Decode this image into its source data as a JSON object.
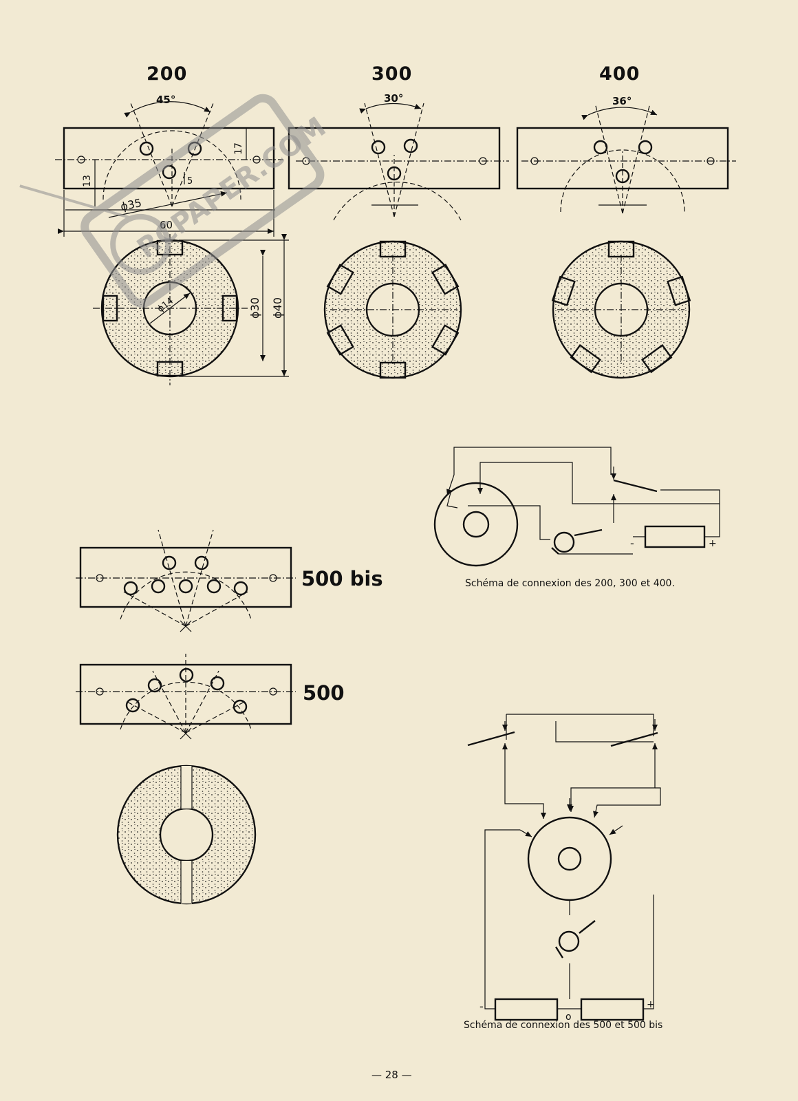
{
  "watermark": {
    "text": "RCPAPER.COM"
  },
  "models": {
    "m200": "200",
    "m300": "300",
    "m400": "400",
    "m500bis": "500 bis",
    "m500": "500"
  },
  "dimensions": {
    "angle_200": "45°",
    "angle_300": "30°",
    "angle_400": "36°",
    "d17": "17",
    "d13": "13",
    "d5": "5",
    "phi35": "ϕ35",
    "d60": "60",
    "phi14": "ϕ14",
    "phi30": "ϕ30",
    "phi40": "ϕ40"
  },
  "schematics": {
    "caption_1": "Schéma de connexion des 200, 300 et 400.",
    "caption_2": "Schéma de connexion des 500 et 500 bis",
    "minus": "-",
    "plus": "+",
    "zero": "o"
  },
  "page_number": "— 28 —",
  "colors": {
    "paper": "#f2ead3",
    "ink": "#111111",
    "watermark": "#8f8f8f"
  }
}
